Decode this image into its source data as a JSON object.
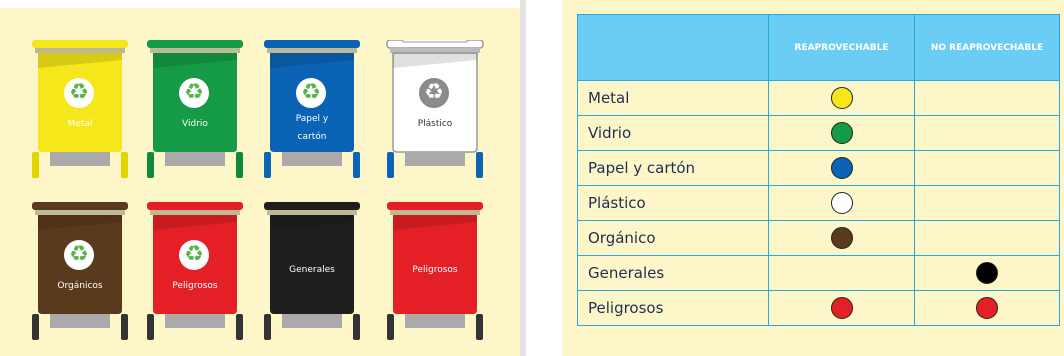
{
  "bins": [
    {
      "label": "Metal",
      "color": "#f5e71a",
      "recycle": true,
      "icon": "recycle-icon"
    },
    {
      "label": "Vidrio",
      "color": "#159b46",
      "recycle": true,
      "icon": "recycle-icon"
    },
    {
      "label": "Papel y cartón",
      "color": "#0b63b6",
      "recycle": true,
      "icon": "recycle-icon"
    },
    {
      "label": "Plástico",
      "color": "#ffffff",
      "recycle": true,
      "icon": "recycle-icon"
    },
    {
      "label": "Orgánicos",
      "color": "#5a3a1c",
      "recycle": true,
      "icon": "recycle-icon"
    },
    {
      "label": "Peligrosos",
      "color": "#e41f26",
      "recycle": true,
      "icon": "recycle-icon"
    },
    {
      "label": "Generales",
      "color": "#1e1e1e",
      "recycle": false
    },
    {
      "label": "Peligrosos",
      "color": "#e41f26",
      "recycle": false
    }
  ],
  "table": {
    "headers": [
      "",
      "REAPROVECHABLE",
      "NO REAPROVECHABLE"
    ],
    "rows": [
      {
        "material": "Metal",
        "reaprovechable": "#f5e71a",
        "no_reaprovechable": null
      },
      {
        "material": "Vidrio",
        "reaprovechable": "#159b46",
        "no_reaprovechable": null
      },
      {
        "material": "Papel y cartón",
        "reaprovechable": "#0b63b6",
        "no_reaprovechable": null
      },
      {
        "material": "Plástico",
        "reaprovechable": "#ffffff",
        "no_reaprovechable": null
      },
      {
        "material": "Orgánico",
        "reaprovechable": "#5a3a1c",
        "no_reaprovechable": null
      },
      {
        "material": "Generales",
        "reaprovechable": null,
        "no_reaprovechable": "#000000"
      },
      {
        "material": "Peligrosos",
        "reaprovechable": "#e41f26",
        "no_reaprovechable": "#e41f26"
      }
    ]
  }
}
